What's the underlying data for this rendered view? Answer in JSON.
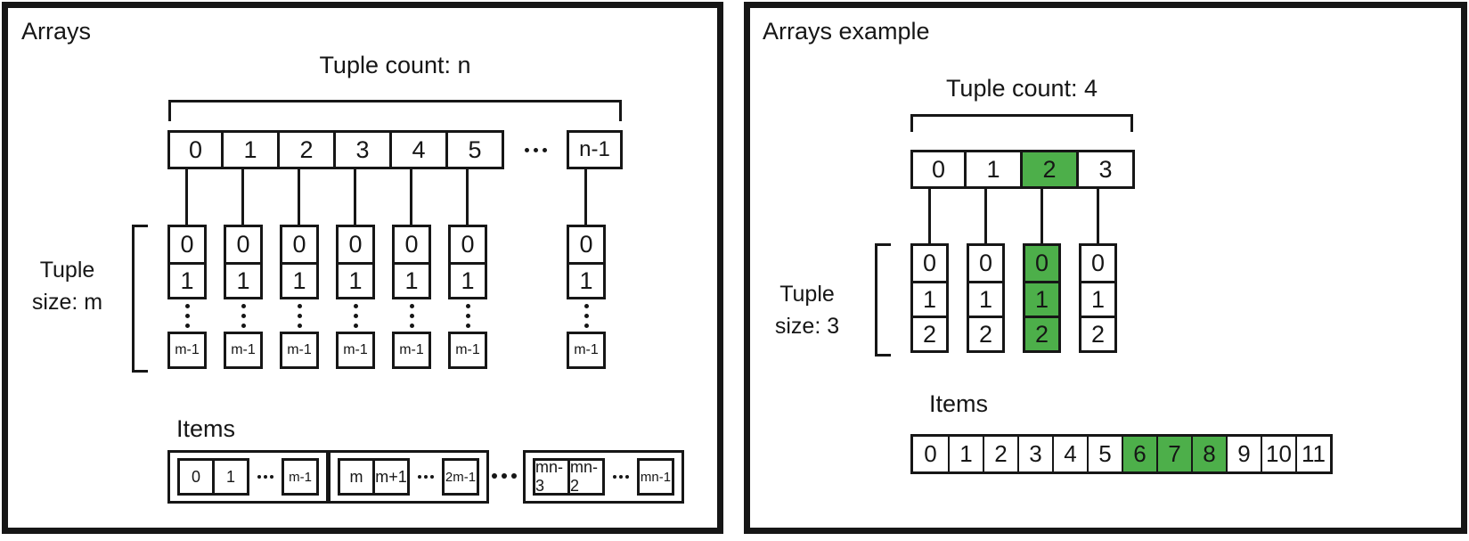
{
  "colors": {
    "ink": "#161616",
    "highlight": "#4daf4a"
  },
  "left_panel": {
    "title": "Arrays",
    "tuple_count_label": "Tuple count: n",
    "tuple_size_label_line1": "Tuple",
    "tuple_size_label_line2": "size: m",
    "top_cells": [
      "0",
      "1",
      "2",
      "3",
      "4",
      "5"
    ],
    "top_last_cell": "n-1",
    "tuple_column": {
      "cells": [
        "0",
        "1"
      ],
      "last_cell": "m-1"
    },
    "items_label": "Items",
    "item_groups": [
      {
        "cells": [
          "0",
          "1"
        ],
        "last_cell": "m-1"
      },
      {
        "cells": [
          "m",
          "m+1"
        ],
        "last_cell": "2m-1"
      },
      {
        "cells": [
          "mn-3",
          "mn-2"
        ],
        "last_cell": "mn-1"
      }
    ]
  },
  "right_panel": {
    "title": "Arrays example",
    "tuple_count_label": "Tuple count: 4",
    "tuple_size_label_line1": "Tuple",
    "tuple_size_label_line2": "size: 3",
    "tuples": [
      {
        "index": "0",
        "cells": [
          "0",
          "1",
          "2"
        ],
        "highlight": false
      },
      {
        "index": "1",
        "cells": [
          "0",
          "1",
          "2"
        ],
        "highlight": false
      },
      {
        "index": "2",
        "cells": [
          "0",
          "1",
          "2"
        ],
        "highlight": true
      },
      {
        "index": "3",
        "cells": [
          "0",
          "1",
          "2"
        ],
        "highlight": false
      }
    ],
    "items_label": "Items",
    "items": [
      {
        "label": "0",
        "highlight": false
      },
      {
        "label": "1",
        "highlight": false
      },
      {
        "label": "2",
        "highlight": false
      },
      {
        "label": "3",
        "highlight": false
      },
      {
        "label": "4",
        "highlight": false
      },
      {
        "label": "5",
        "highlight": false
      },
      {
        "label": "6",
        "highlight": true
      },
      {
        "label": "7",
        "highlight": true
      },
      {
        "label": "8",
        "highlight": true
      },
      {
        "label": "9",
        "highlight": false
      },
      {
        "label": "10",
        "highlight": false
      },
      {
        "label": "11",
        "highlight": false
      }
    ]
  }
}
